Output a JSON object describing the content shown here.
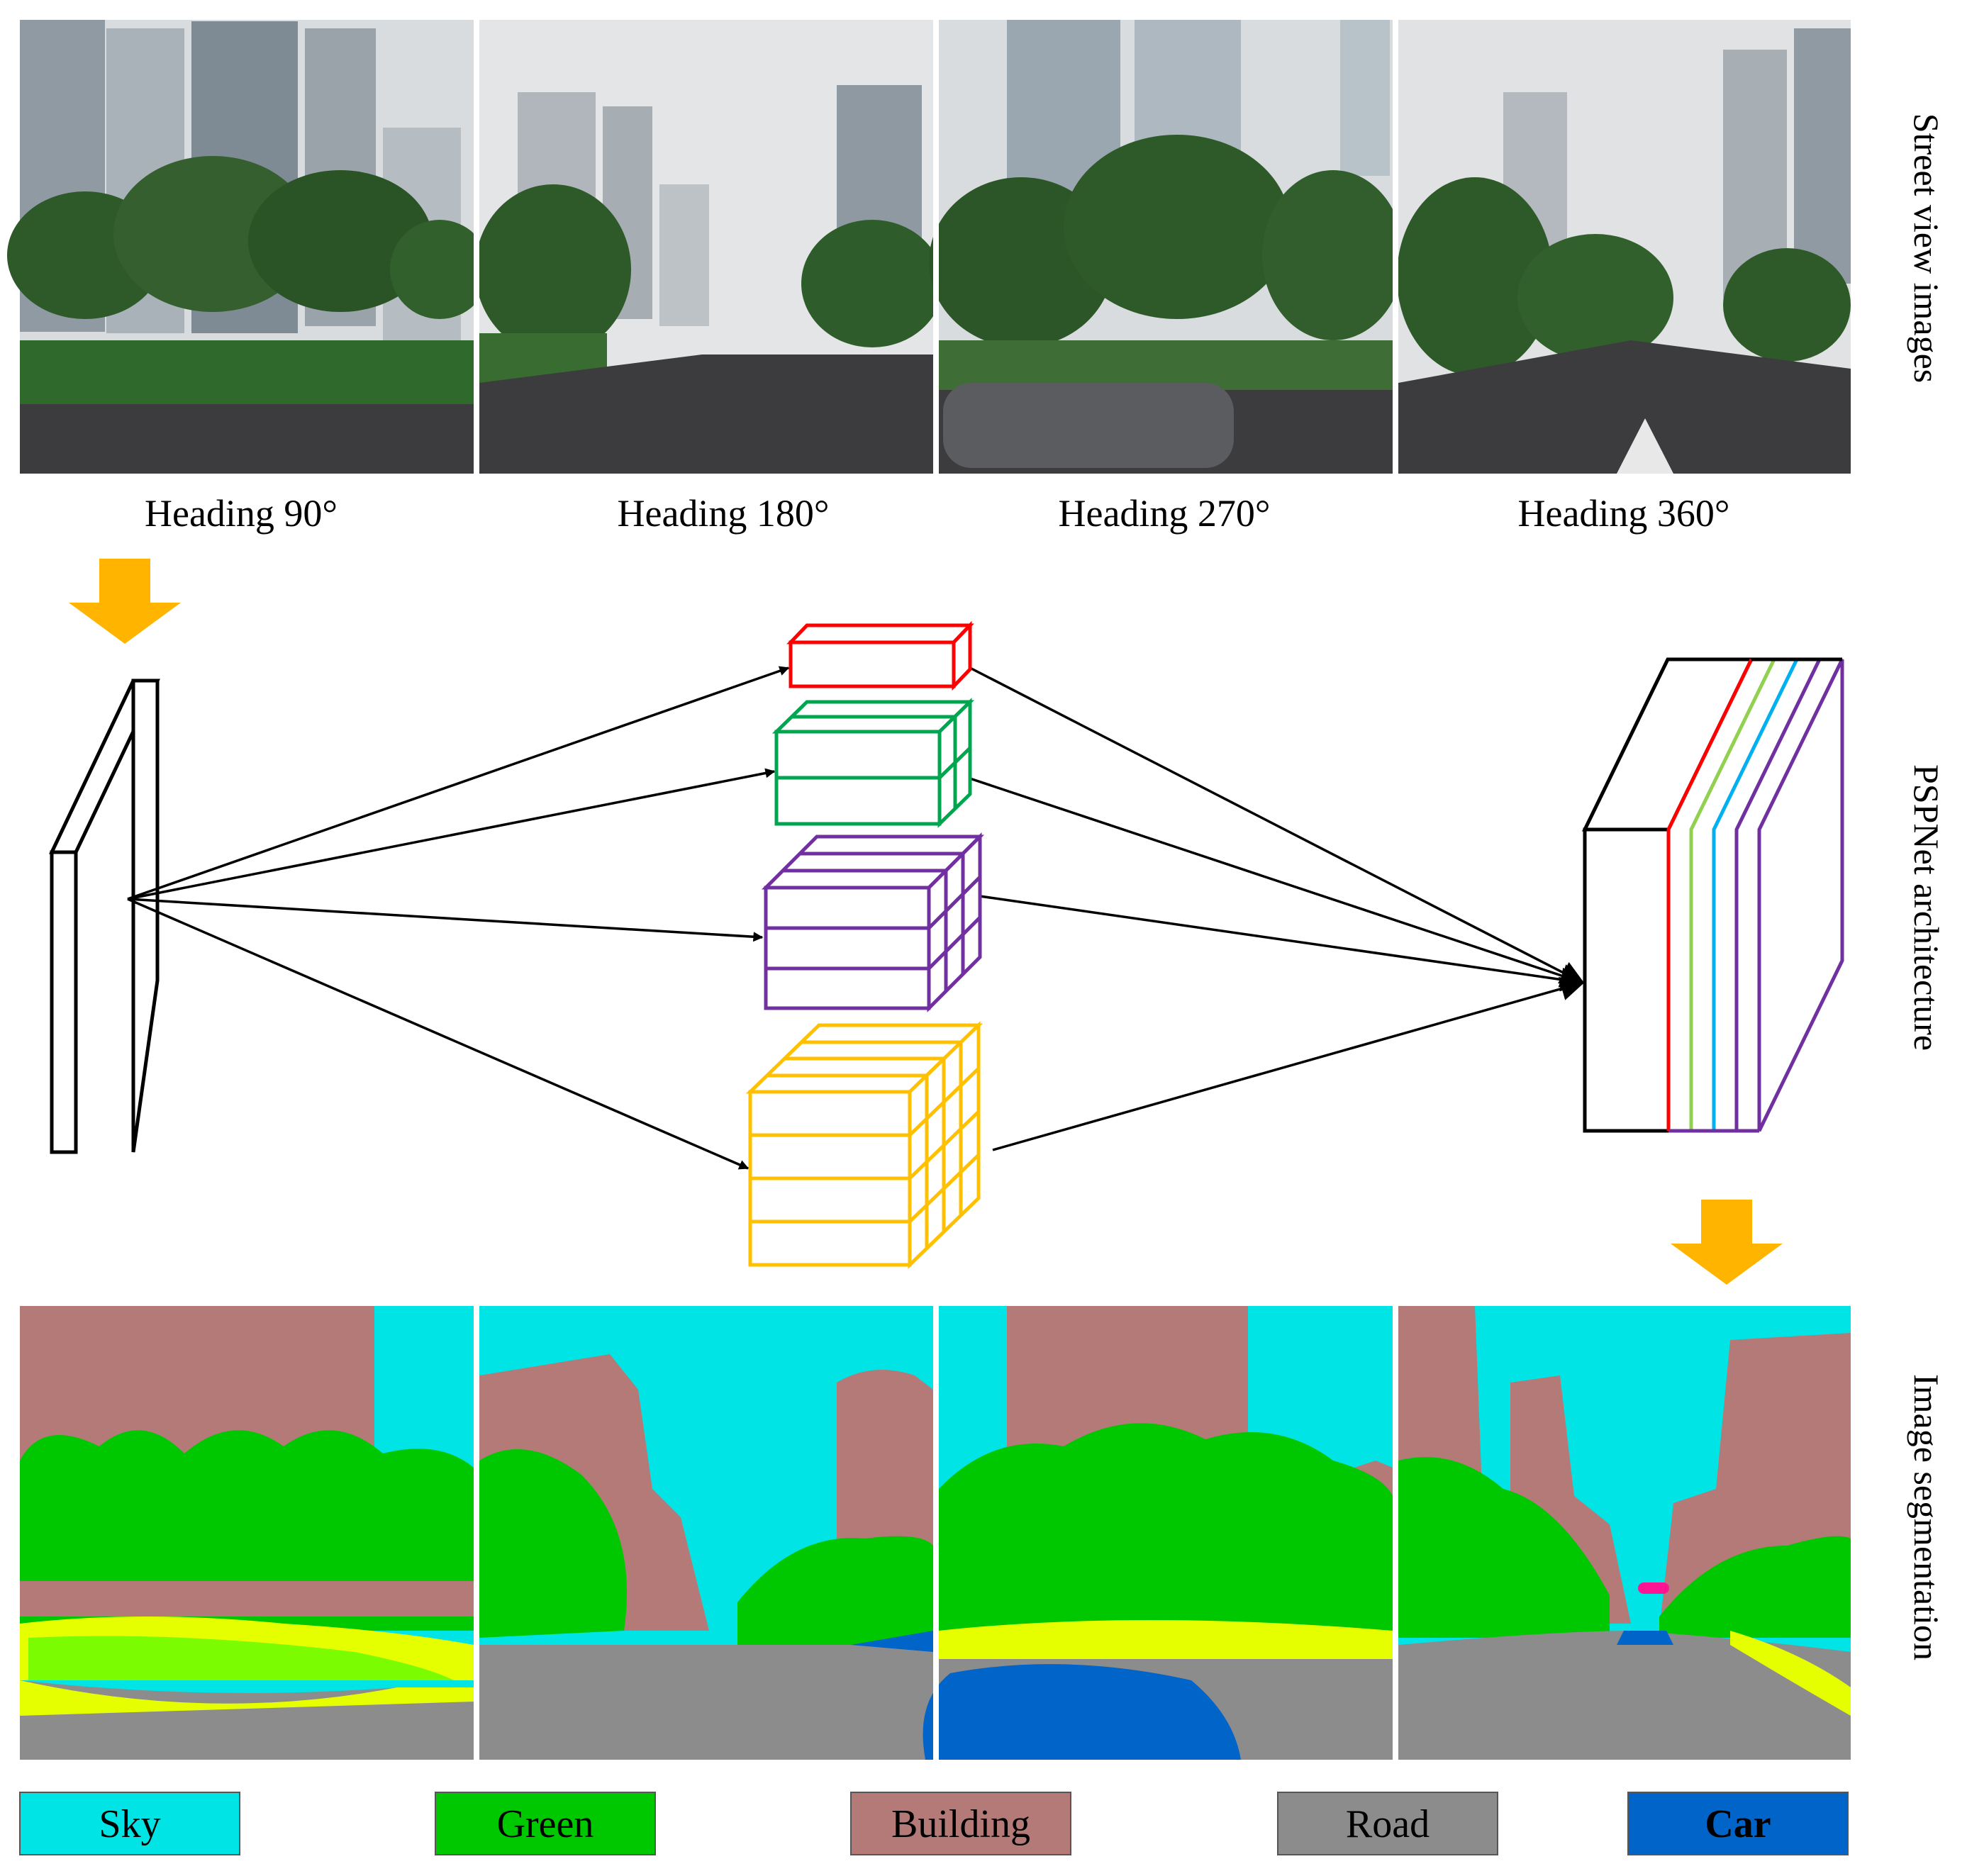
{
  "side_labels": {
    "street_view": "Street view images",
    "architecture": "PSPNet architecture",
    "segmentation": "Image segmentation"
  },
  "headings": [
    "Heading 90°",
    "Heading 180°",
    "Heading 270°",
    "Heading 360°"
  ],
  "legend": [
    {
      "label": "Sky",
      "color": "#00E4E6",
      "bold": false
    },
    {
      "label": "Green",
      "color": "#00C800",
      "bold": false
    },
    {
      "label": "Building",
      "color": "#B47A78",
      "bold": false
    },
    {
      "label": "Road",
      "color": "#8C8C8C",
      "bold": false
    },
    {
      "label": "Car",
      "color": "#0064C8",
      "bold": true
    }
  ],
  "colors": {
    "sky_photo": "#D8DCDE",
    "building_photo": "#9AA3AA",
    "tree_photo": "#2E5A2A",
    "road_photo": "#3C3C3E",
    "sky_seg": "#00E4E6",
    "building_seg": "#B47A78",
    "green_seg": "#00C800",
    "lightgreen_seg": "#7CFC00",
    "yellow_seg": "#E6FF00",
    "road_seg": "#8C8C8C",
    "car_seg": "#0064C8",
    "arrow_orange": "#FFB400",
    "pool_red": "#FF0000",
    "pool_green": "#00A550",
    "pool_purple": "#7030A0",
    "pool_yellow": "#FFC000",
    "concat_lightgreen": "#92D050",
    "concat_blue": "#00B0F0"
  }
}
